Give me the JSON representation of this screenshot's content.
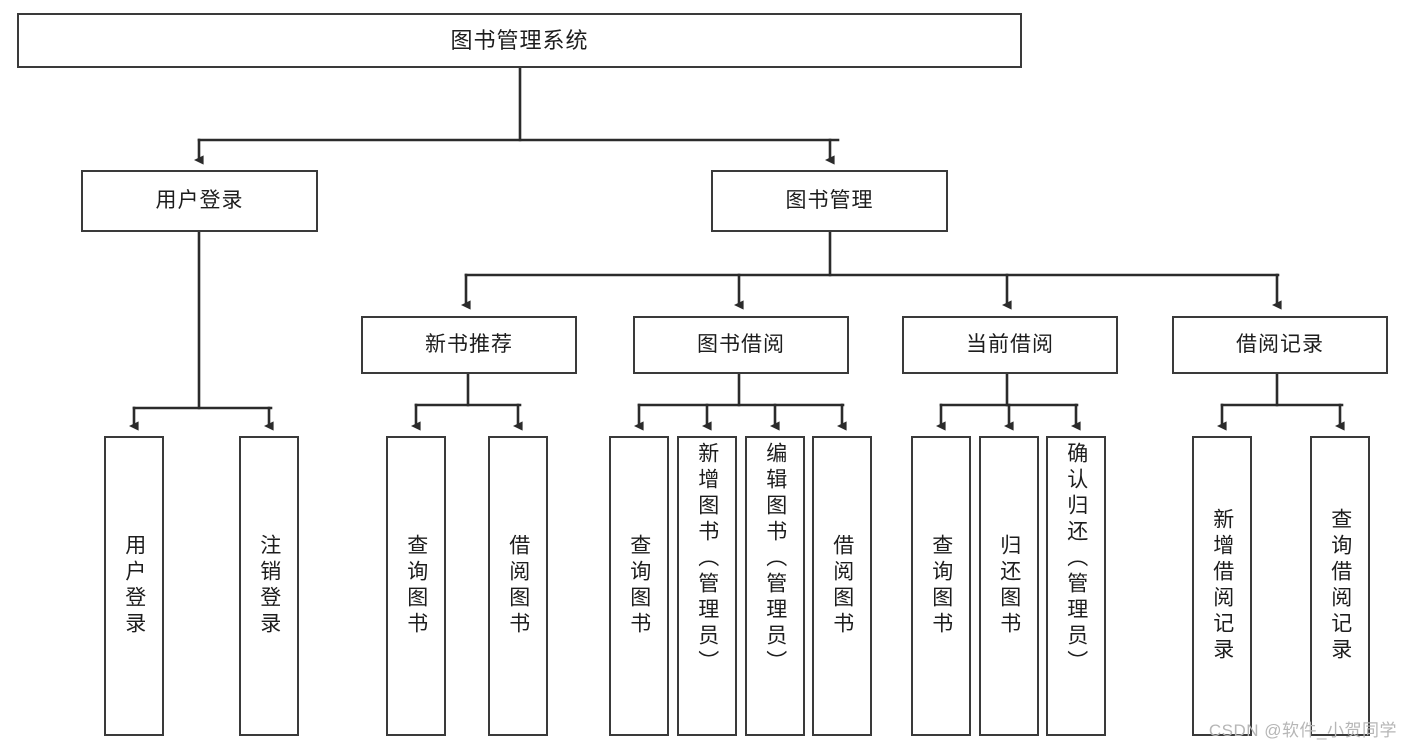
{
  "diagram": {
    "type": "tree",
    "title": "图书管理系统",
    "watermark": "CSDN @软件_小贺同学",
    "colors": {
      "background": "#ffffff",
      "box_border": "#3a3a3a",
      "edge": "#2b2b2b",
      "text": "#1d1d1d",
      "watermark": "#b6b6b6"
    },
    "nodes": {
      "root": {
        "label": "图书管理系统"
      },
      "level2": [
        {
          "label": "用户登录"
        },
        {
          "label": "图书管理"
        }
      ],
      "level3": [
        {
          "label": "新书推荐"
        },
        {
          "label": "图书借阅"
        },
        {
          "label": "当前借阅"
        },
        {
          "label": "借阅记录"
        }
      ],
      "leaves": {
        "user_login": [
          {
            "label": "用户登录"
          },
          {
            "label": "注销登录"
          }
        ],
        "new_book_recommend": [
          {
            "label": "查询图书"
          },
          {
            "label": "借阅图书"
          }
        ],
        "book_borrow": [
          {
            "label": "查询图书"
          },
          {
            "label": "新增图书（管理员）"
          },
          {
            "label": "编辑图书（管理员）"
          },
          {
            "label": "借阅图书"
          }
        ],
        "current_borrow": [
          {
            "label": "查询图书"
          },
          {
            "label": "归还图书"
          },
          {
            "label": "确认归还（管理员）"
          }
        ],
        "borrow_records": [
          {
            "label": "新增借阅记录"
          },
          {
            "label": "查询借阅记录"
          }
        ]
      }
    }
  }
}
